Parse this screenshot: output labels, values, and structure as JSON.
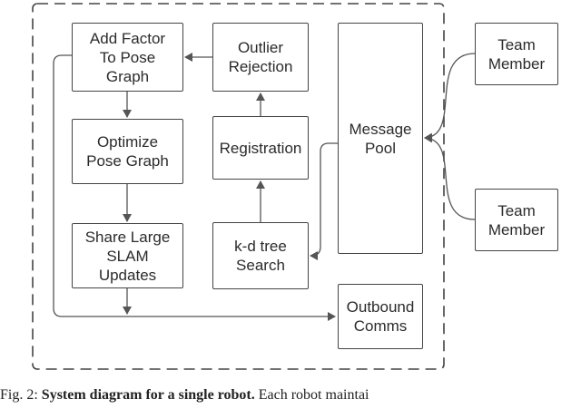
{
  "nodes": {
    "add_factor": "Add Factor\nTo Pose\nGraph",
    "optimize": "Optimize\nPose Graph",
    "share": "Share Large\nSLAM\nUpdates",
    "outlier": "Outlier\nRejection",
    "registration": "Registration",
    "kd_tree": "k-d tree\nSearch",
    "message_pool": "Message\nPool",
    "outbound": "Outbound\nComms",
    "team_member_1": "Team\nMember",
    "team_member_2": "Team\nMember"
  },
  "caption": {
    "prefix": "Fig. 2: ",
    "bold": "System diagram for a single robot.",
    "rest": " Each robot maintai"
  },
  "colors": {
    "line": "#444444",
    "text": "#2b2b2b",
    "background": "#ffffff"
  }
}
